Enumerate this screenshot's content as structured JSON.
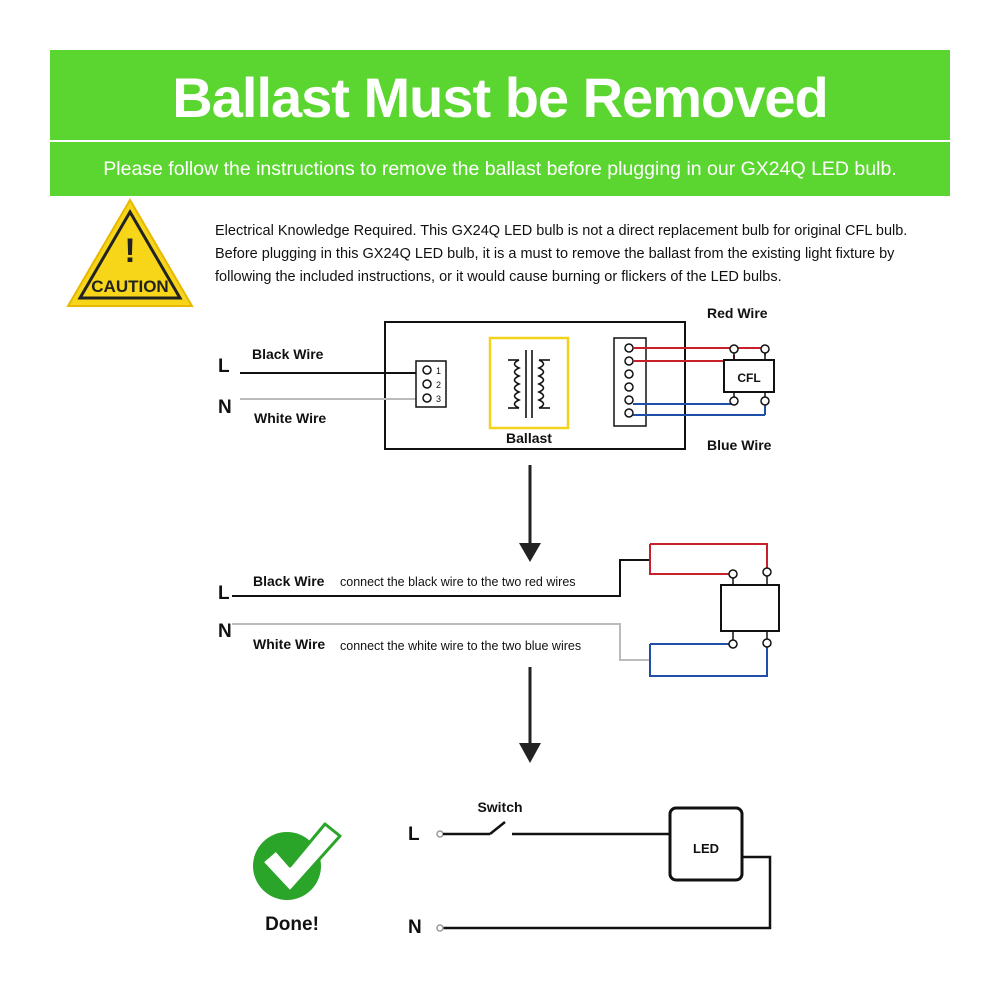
{
  "header": {
    "title": "Ballast Must be Removed",
    "subtitle": "Please follow the instructions to remove the ballast before plugging in our GX24Q LED bulb."
  },
  "caution": {
    "badge": "CAUTION",
    "mark": "!",
    "text": "Electrical Knowledge Required. This GX24Q LED bulb is not a direct replacement bulb for original CFL bulb. Before plugging in this GX24Q LED bulb, it is a must to remove the ballast from the existing light fixture by following the included instructions, or it would cause burning or flickers of the LED bulbs."
  },
  "diagram1": {
    "l": "L",
    "n": "N",
    "black_wire": "Black Wire",
    "white_wire": "White Wire",
    "terminals": [
      "1",
      "2",
      "3"
    ],
    "ballast": "Ballast",
    "red_wire": "Red Wire",
    "blue_wire": "Blue Wire",
    "cfl": "CFL"
  },
  "diagram2": {
    "l": "L",
    "n": "N",
    "black_wire": "Black Wire",
    "black_note": "connect the black wire to the two red wires",
    "white_wire": "White Wire",
    "white_note": "connect the white wire to the two blue wires"
  },
  "diagram3": {
    "l": "L",
    "n": "N",
    "switch": "Switch",
    "led": "LED",
    "done": "Done!"
  },
  "colors": {
    "banner": "#5bd630",
    "red_wire": "#c8202a",
    "blue_wire": "#1f4fa8",
    "ballast_frame": "#f2d21b",
    "caution_yellow": "#f7d619",
    "check_green": "#2aa52a"
  }
}
